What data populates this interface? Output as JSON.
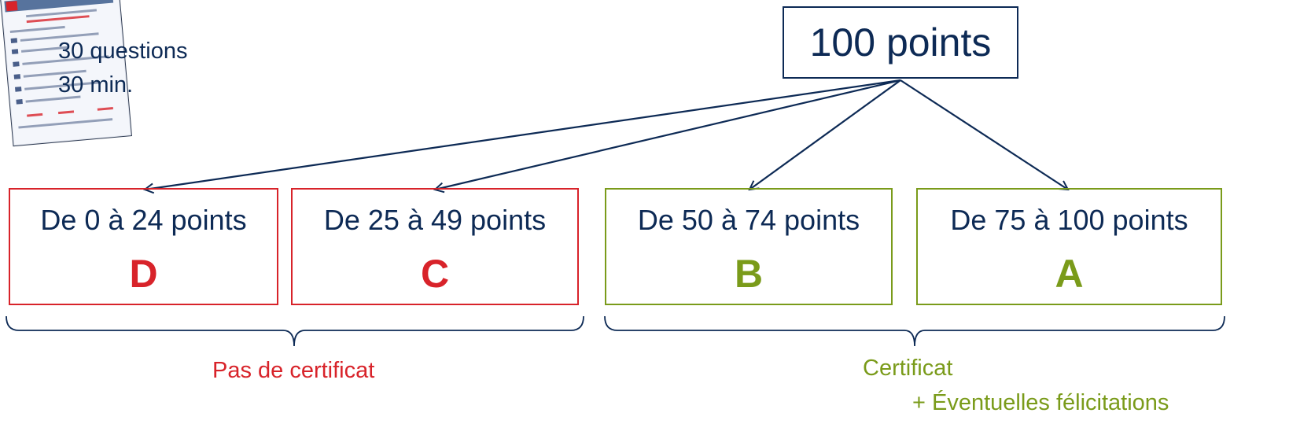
{
  "document": {
    "questions": "30 questions",
    "duration": "30 min."
  },
  "total": "100 points",
  "bands": [
    {
      "range": "De 0 à 24 points",
      "grade": "D"
    },
    {
      "range": "De 25 à 49 points",
      "grade": "C"
    },
    {
      "range": "De 50 à 74 points",
      "grade": "B"
    },
    {
      "range": "De 75 à 100 points",
      "grade": "A"
    }
  ],
  "groups": {
    "fail": "Pas de certificat",
    "pass_line1": "Certificat",
    "pass_line2": "+ Éventuelles félicitations"
  },
  "colors": {
    "navy": "#0d2a55",
    "fail": "#d8232a",
    "pass": "#7a9b1a"
  }
}
